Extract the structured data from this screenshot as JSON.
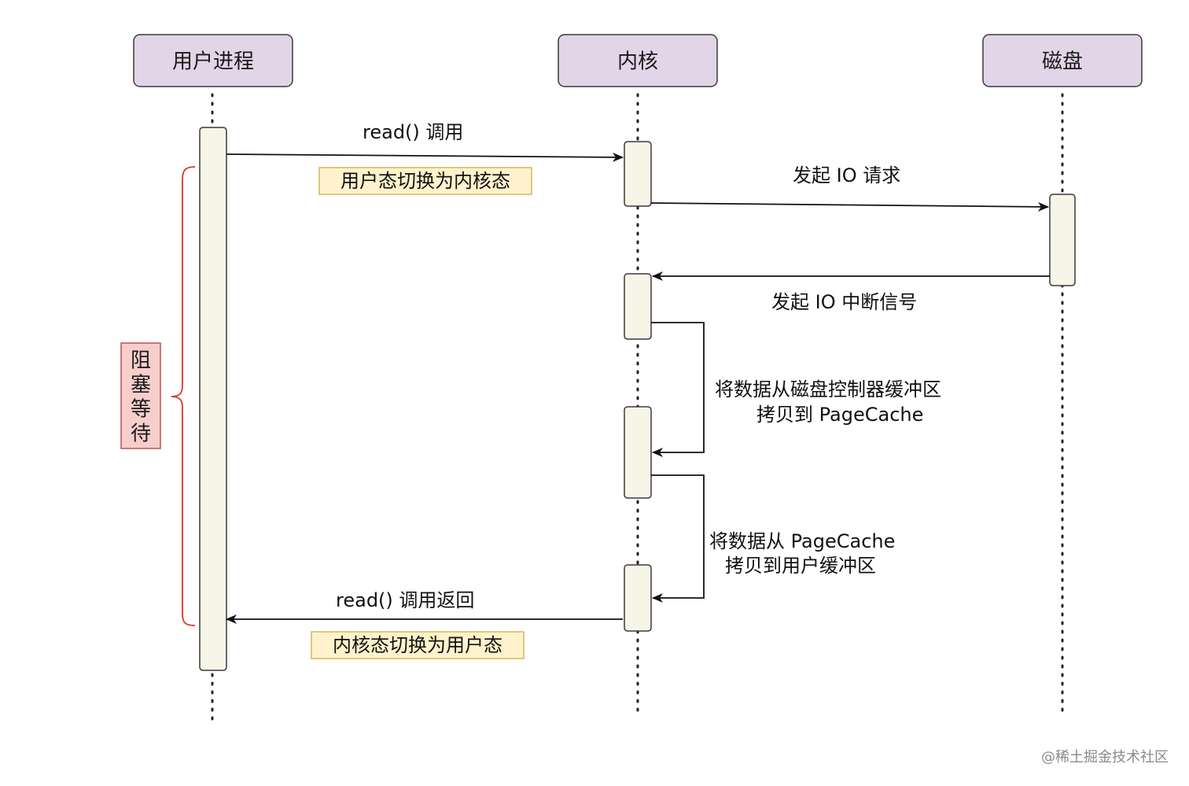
{
  "participants": {
    "user_process": "用户进程",
    "kernel": "内核",
    "disk": "磁盘"
  },
  "messages": {
    "read_call": "read() 调用",
    "io_request": "发起 IO 请求",
    "io_interrupt": "发起 IO 中断信号",
    "copy_disk_to_pagecache_line1": "将数据从磁盘控制器缓冲区",
    "copy_disk_to_pagecache_line2": "拷贝到 PageCache",
    "copy_pagecache_to_user_line1": "将数据从 PageCache",
    "copy_pagecache_to_user_line2": "拷贝到用户缓冲区",
    "read_return": "read() 调用返回"
  },
  "notes": {
    "user_to_kernel": "用户态切换为内核态",
    "kernel_to_user": "内核态切换为用户态"
  },
  "blocking": {
    "chars": [
      "阻",
      "塞",
      "等",
      "待"
    ]
  },
  "watermark": "@稀土掘金技术社区",
  "colors": {
    "participant_fill": "#e1d5e7",
    "activation_fill": "#f7f5e8",
    "note_fill": "#fff2cc",
    "note_stroke": "#d6b656",
    "block_fill": "#f8cecc",
    "block_stroke": "#b85450",
    "brace_stroke": "#d9342b"
  }
}
